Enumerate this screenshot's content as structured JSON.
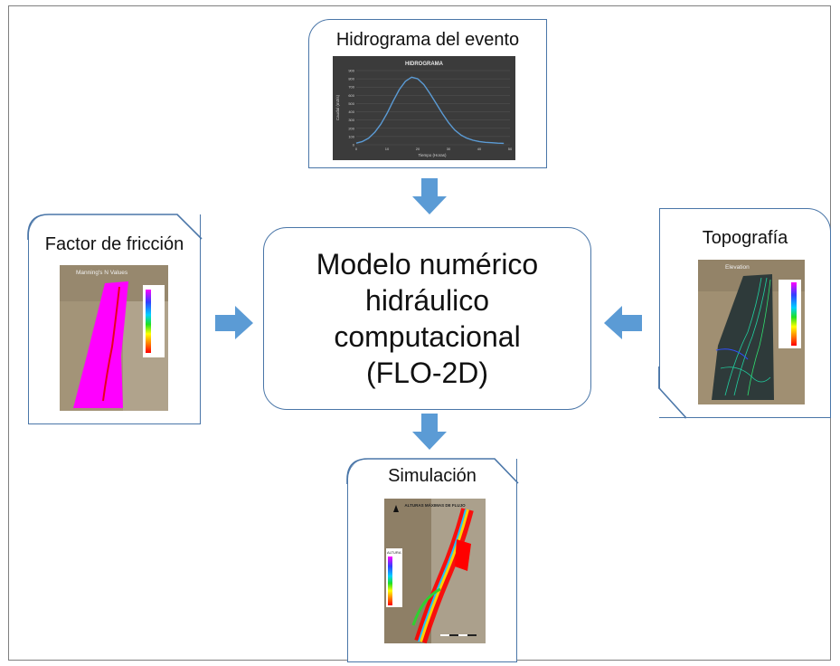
{
  "center": {
    "lines": [
      "Modelo numérico",
      "hidráulico",
      "computacional",
      "(FLO-2D)"
    ]
  },
  "cards": {
    "hidrograma": {
      "label": "Hidrograma del evento",
      "chart_title": "HIDROGRAMA",
      "xlabel": "Tiempo (Horas)",
      "ylabel": "Caudal (m3/s)"
    },
    "friccion": {
      "label": "Factor de fricción",
      "map_title": "Manning's N Values"
    },
    "topografia": {
      "label": "Topografía",
      "map_title": "Elevation"
    },
    "simulacion": {
      "label": "Simulación",
      "map_title": "ALTURAS MÁXIMAS DE FLUJO",
      "legend_title": "ALTURA"
    }
  },
  "colors": {
    "border": "#4a76a8",
    "arrow": "#5b9bd5",
    "chart_bg": "#3b3b3b",
    "chart_line": "#5b9bd5",
    "friction_fill": "#ff00ff"
  },
  "chart_data": {
    "type": "line",
    "title": "HIDROGRAMA",
    "xlabel": "Tiempo (Horas)",
    "ylabel": "Caudal (m3/s)",
    "xlim": [
      0,
      50
    ],
    "ylim": [
      0,
      900
    ],
    "x_ticks": [
      0,
      10,
      20,
      30,
      40,
      50
    ],
    "y_ticks": [
      0,
      100,
      200,
      300,
      400,
      500,
      600,
      700,
      800,
      900
    ],
    "grid": true,
    "series": [
      {
        "x": [
          0,
          2,
          4,
          6,
          8,
          10,
          12,
          14,
          16,
          18,
          20,
          22,
          24,
          26,
          28,
          30,
          32,
          34,
          36,
          38,
          40,
          42,
          44,
          46,
          48
        ],
        "y": [
          20,
          40,
          80,
          150,
          250,
          380,
          530,
          670,
          770,
          820,
          800,
          730,
          620,
          500,
          380,
          270,
          180,
          120,
          80,
          55,
          40,
          30,
          25,
          20,
          18
        ]
      }
    ]
  }
}
